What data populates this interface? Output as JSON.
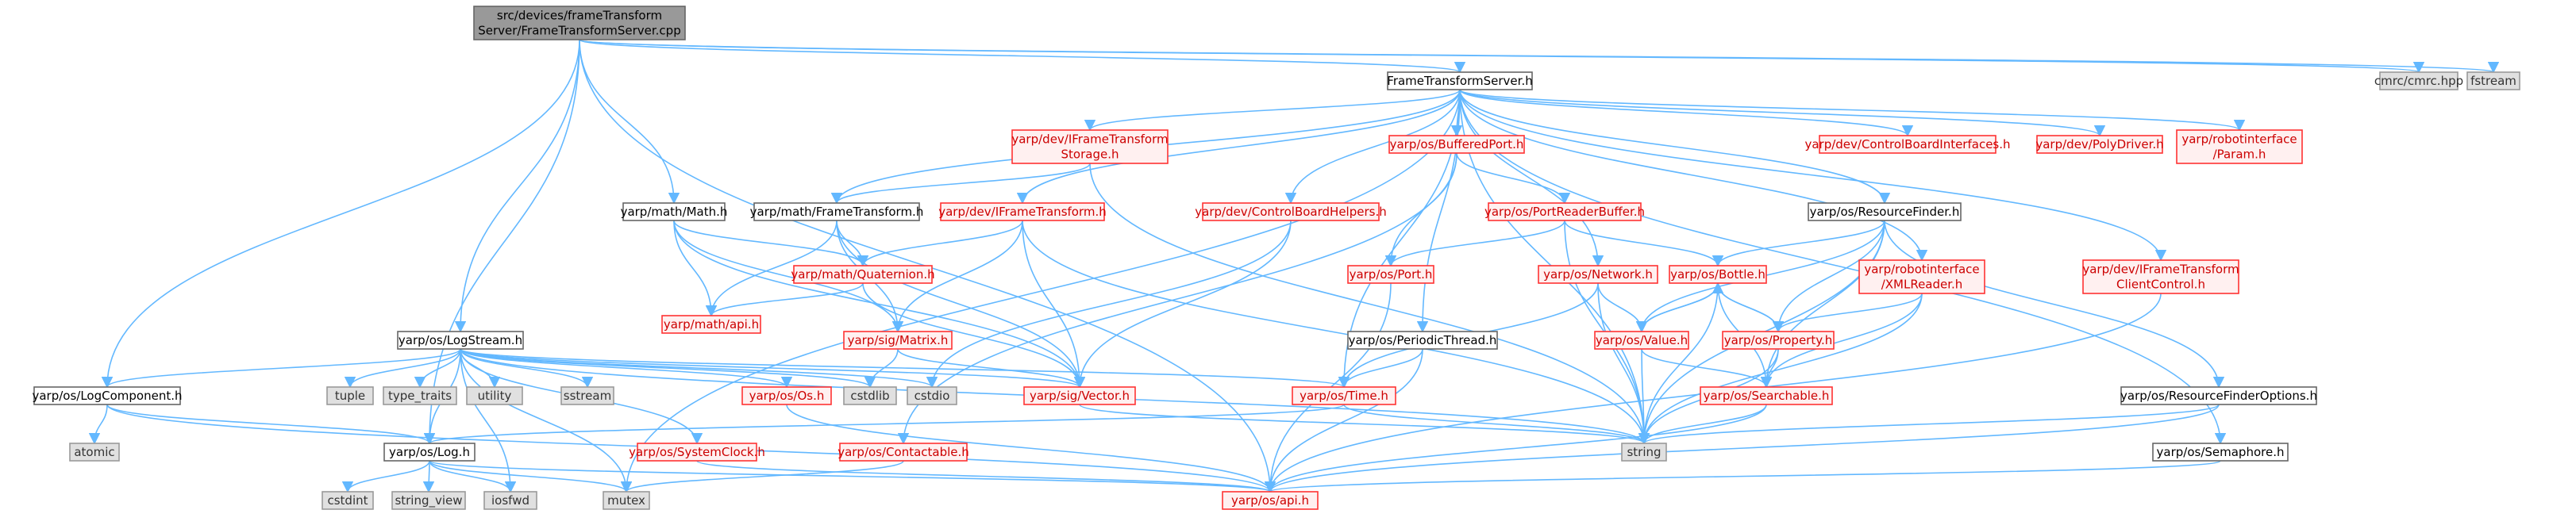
{
  "graph": {
    "nodes": [
      {
        "id": "root",
        "lines": [
          "src/devices/frameTransform",
          "Server/FrameTransformServer.cpp"
        ],
        "kind": "root"
      },
      {
        "id": "fts_h",
        "lines": [
          "FrameTransformServer.h"
        ],
        "kind": "normal"
      },
      {
        "id": "cmrc",
        "lines": [
          "cmrc/cmrc.hpp"
        ],
        "kind": "external"
      },
      {
        "id": "fstream",
        "lines": [
          "fstream"
        ],
        "kind": "external"
      },
      {
        "id": "iftstorage",
        "lines": [
          "yarp/dev/IFrameTransform",
          "Storage.h"
        ],
        "kind": "red"
      },
      {
        "id": "bufport",
        "lines": [
          "yarp/os/BufferedPort.h"
        ],
        "kind": "red"
      },
      {
        "id": "cbi",
        "lines": [
          "yarp/dev/ControlBoardInterfaces.h"
        ],
        "kind": "red"
      },
      {
        "id": "polydriver",
        "lines": [
          "yarp/dev/PolyDriver.h"
        ],
        "kind": "red"
      },
      {
        "id": "rparam",
        "lines": [
          "yarp/robotinterface",
          "/Param.h"
        ],
        "kind": "red"
      },
      {
        "id": "mathmath",
        "lines": [
          "yarp/math/Math.h"
        ],
        "kind": "normal"
      },
      {
        "id": "mathft",
        "lines": [
          "yarp/math/FrameTransform.h"
        ],
        "kind": "normal"
      },
      {
        "id": "ift",
        "lines": [
          "yarp/dev/IFrameTransform.h"
        ],
        "kind": "red"
      },
      {
        "id": "cbhelpers",
        "lines": [
          "yarp/dev/ControlBoardHelpers.h"
        ],
        "kind": "red"
      },
      {
        "id": "prb",
        "lines": [
          "yarp/os/PortReaderBuffer.h"
        ],
        "kind": "red"
      },
      {
        "id": "resfinder",
        "lines": [
          "yarp/os/ResourceFinder.h"
        ],
        "kind": "normal"
      },
      {
        "id": "quat",
        "lines": [
          "yarp/math/Quaternion.h"
        ],
        "kind": "red"
      },
      {
        "id": "port",
        "lines": [
          "yarp/os/Port.h"
        ],
        "kind": "red"
      },
      {
        "id": "network",
        "lines": [
          "yarp/os/Network.h"
        ],
        "kind": "red"
      },
      {
        "id": "bottle",
        "lines": [
          "yarp/os/Bottle.h"
        ],
        "kind": "red"
      },
      {
        "id": "xmlreader",
        "lines": [
          "yarp/robotinterface",
          "/XMLReader.h"
        ],
        "kind": "red"
      },
      {
        "id": "iftcc",
        "lines": [
          "yarp/dev/IFrameTransform",
          "ClientControl.h"
        ],
        "kind": "red"
      },
      {
        "id": "mathapi",
        "lines": [
          "yarp/math/api.h"
        ],
        "kind": "red"
      },
      {
        "id": "matrix",
        "lines": [
          "yarp/sig/Matrix.h"
        ],
        "kind": "red"
      },
      {
        "id": "periodic",
        "lines": [
          "yarp/os/PeriodicThread.h"
        ],
        "kind": "normal"
      },
      {
        "id": "value",
        "lines": [
          "yarp/os/Value.h"
        ],
        "kind": "red"
      },
      {
        "id": "property",
        "lines": [
          "yarp/os/Property.h"
        ],
        "kind": "red"
      },
      {
        "id": "logstream",
        "lines": [
          "yarp/os/LogStream.h"
        ],
        "kind": "normal"
      },
      {
        "id": "logcomp",
        "lines": [
          "yarp/os/LogComponent.h"
        ],
        "kind": "normal"
      },
      {
        "id": "tuple",
        "lines": [
          "tuple"
        ],
        "kind": "external"
      },
      {
        "id": "typetraits",
        "lines": [
          "type_traits"
        ],
        "kind": "external"
      },
      {
        "id": "utility",
        "lines": [
          "utility"
        ],
        "kind": "external"
      },
      {
        "id": "sstream",
        "lines": [
          "sstream"
        ],
        "kind": "external"
      },
      {
        "id": "oos",
        "lines": [
          "yarp/os/Os.h"
        ],
        "kind": "red"
      },
      {
        "id": "cstdlib",
        "lines": [
          "cstdlib"
        ],
        "kind": "external"
      },
      {
        "id": "cstdio",
        "lines": [
          "cstdio"
        ],
        "kind": "external"
      },
      {
        "id": "vector",
        "lines": [
          "yarp/sig/Vector.h"
        ],
        "kind": "red"
      },
      {
        "id": "ostime",
        "lines": [
          "yarp/os/Time.h"
        ],
        "kind": "red"
      },
      {
        "id": "searchable",
        "lines": [
          "yarp/os/Searchable.h"
        ],
        "kind": "red"
      },
      {
        "id": "rfoptions",
        "lines": [
          "yarp/os/ResourceFinderOptions.h"
        ],
        "kind": "normal"
      },
      {
        "id": "atomic",
        "lines": [
          "atomic"
        ],
        "kind": "external"
      },
      {
        "id": "oslog",
        "lines": [
          "yarp/os/Log.h"
        ],
        "kind": "normal"
      },
      {
        "id": "sysclock",
        "lines": [
          "yarp/os/SystemClock.h"
        ],
        "kind": "red"
      },
      {
        "id": "contactable",
        "lines": [
          "yarp/os/Contactable.h"
        ],
        "kind": "red"
      },
      {
        "id": "string",
        "lines": [
          "string"
        ],
        "kind": "external"
      },
      {
        "id": "semaphore",
        "lines": [
          "yarp/os/Semaphore.h"
        ],
        "kind": "normal"
      },
      {
        "id": "cstdint",
        "lines": [
          "cstdint"
        ],
        "kind": "external"
      },
      {
        "id": "stringview",
        "lines": [
          "string_view"
        ],
        "kind": "external"
      },
      {
        "id": "iosfwd",
        "lines": [
          "iosfwd"
        ],
        "kind": "external"
      },
      {
        "id": "mutex",
        "lines": [
          "mutex"
        ],
        "kind": "external"
      },
      {
        "id": "osapi",
        "lines": [
          "yarp/os/api.h"
        ],
        "kind": "red"
      }
    ],
    "edges": [
      [
        "root",
        "fts_h"
      ],
      [
        "root",
        "cmrc"
      ],
      [
        "root",
        "fstream"
      ],
      [
        "root",
        "mathmath"
      ],
      [
        "root",
        "logstream"
      ],
      [
        "root",
        "logcomp"
      ],
      [
        "root",
        "oslog"
      ],
      [
        "root",
        "osapi"
      ],
      [
        "fts_h",
        "iftstorage"
      ],
      [
        "fts_h",
        "bufport"
      ],
      [
        "fts_h",
        "cbi"
      ],
      [
        "fts_h",
        "polydriver"
      ],
      [
        "fts_h",
        "rparam"
      ],
      [
        "fts_h",
        "mathft"
      ],
      [
        "fts_h",
        "ift"
      ],
      [
        "fts_h",
        "cbhelpers"
      ],
      [
        "fts_h",
        "resfinder"
      ],
      [
        "fts_h",
        "network"
      ],
      [
        "fts_h",
        "xmlreader"
      ],
      [
        "fts_h",
        "iftcc"
      ],
      [
        "fts_h",
        "periodic"
      ],
      [
        "fts_h",
        "ostime"
      ],
      [
        "fts_h",
        "semaphore"
      ],
      [
        "fts_h",
        "mutex"
      ],
      [
        "fts_h",
        "string"
      ],
      [
        "iftstorage",
        "mathft"
      ],
      [
        "iftstorage",
        "string"
      ],
      [
        "bufport",
        "prb"
      ],
      [
        "bufport",
        "port"
      ],
      [
        "bufport",
        "contactable"
      ],
      [
        "mathmath",
        "quat"
      ],
      [
        "mathmath",
        "matrix"
      ],
      [
        "mathmath",
        "mathapi"
      ],
      [
        "mathmath",
        "vector"
      ],
      [
        "mathft",
        "quat"
      ],
      [
        "mathft",
        "mathapi"
      ],
      [
        "mathft",
        "vector"
      ],
      [
        "mathft",
        "matrix"
      ],
      [
        "ift",
        "quat"
      ],
      [
        "ift",
        "matrix"
      ],
      [
        "ift",
        "vector"
      ],
      [
        "ift",
        "string"
      ],
      [
        "cbhelpers",
        "vector"
      ],
      [
        "cbhelpers",
        "cstdio"
      ],
      [
        "prb",
        "port"
      ],
      [
        "prb",
        "bottle"
      ],
      [
        "prb",
        "string"
      ],
      [
        "resfinder",
        "bottle"
      ],
      [
        "resfinder",
        "value"
      ],
      [
        "resfinder",
        "property"
      ],
      [
        "resfinder",
        "searchable"
      ],
      [
        "resfinder",
        "rfoptions"
      ],
      [
        "resfinder",
        "string"
      ],
      [
        "quat",
        "mathapi"
      ],
      [
        "quat",
        "vector"
      ],
      [
        "port",
        "osapi"
      ],
      [
        "network",
        "value"
      ],
      [
        "network",
        "ostime"
      ],
      [
        "network",
        "string"
      ],
      [
        "bottle",
        "value"
      ],
      [
        "bottle",
        "property"
      ],
      [
        "bottle",
        "string"
      ],
      [
        "bottle",
        "searchable"
      ],
      [
        "xmlreader",
        "property"
      ],
      [
        "xmlreader",
        "searchable"
      ],
      [
        "xmlreader",
        "string"
      ],
      [
        "iftcc",
        "osapi"
      ],
      [
        "matrix",
        "vector"
      ],
      [
        "matrix",
        "cstdlib"
      ],
      [
        "periodic",
        "ostime"
      ],
      [
        "periodic",
        "osapi"
      ],
      [
        "value",
        "bottle"
      ],
      [
        "value",
        "searchable"
      ],
      [
        "value",
        "string"
      ],
      [
        "property",
        "bottle"
      ],
      [
        "property",
        "searchable"
      ],
      [
        "property",
        "string"
      ],
      [
        "logstream",
        "logcomp"
      ],
      [
        "logstream",
        "tuple"
      ],
      [
        "logstream",
        "typetraits"
      ],
      [
        "logstream",
        "utility"
      ],
      [
        "logstream",
        "sstream"
      ],
      [
        "logstream",
        "oos"
      ],
      [
        "logstream",
        "cstdlib"
      ],
      [
        "logstream",
        "cstdio"
      ],
      [
        "logstream",
        "vector"
      ],
      [
        "logstream",
        "ostime"
      ],
      [
        "logstream",
        "oslog"
      ],
      [
        "logstream",
        "sysclock"
      ],
      [
        "logstream",
        "string"
      ],
      [
        "logstream",
        "iosfwd"
      ],
      [
        "logstream",
        "mutex"
      ],
      [
        "logcomp",
        "atomic"
      ],
      [
        "logcomp",
        "oslog"
      ],
      [
        "logcomp",
        "osapi"
      ],
      [
        "oos",
        "osapi"
      ],
      [
        "vector",
        "string"
      ],
      [
        "ostime",
        "oslog"
      ],
      [
        "ostime",
        "string"
      ],
      [
        "searchable",
        "osapi"
      ],
      [
        "searchable",
        "string"
      ],
      [
        "rfoptions",
        "string"
      ],
      [
        "rfoptions",
        "osapi"
      ],
      [
        "oslog",
        "cstdint"
      ],
      [
        "oslog",
        "stringview"
      ],
      [
        "oslog",
        "iosfwd"
      ],
      [
        "oslog",
        "mutex"
      ],
      [
        "oslog",
        "osapi"
      ],
      [
        "sysclock",
        "osapi"
      ],
      [
        "contactable",
        "mutex"
      ],
      [
        "semaphore",
        "osapi"
      ]
    ]
  }
}
